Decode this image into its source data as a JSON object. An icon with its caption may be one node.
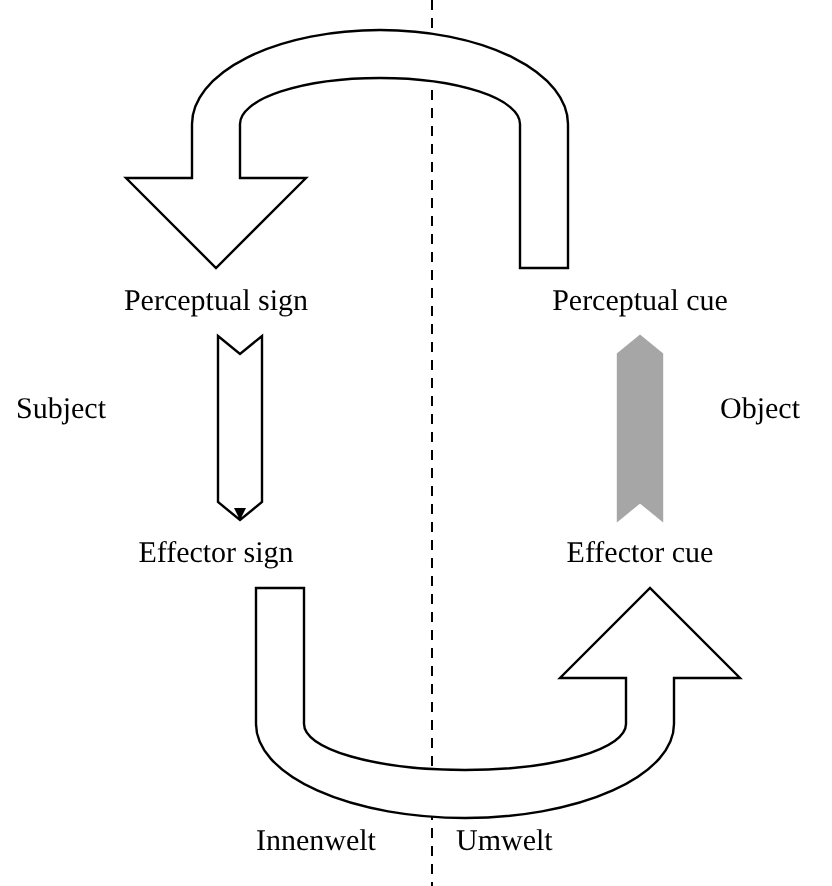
{
  "diagram": {
    "nodes": [
      {
        "text": [
          "Perceptual sign"
        ]
      },
      {
        "text": [
          "Effector sign"
        ]
      },
      {
        "text": [
          "Perceptual cue"
        ]
      },
      {
        "text": [
          "Effector cue"
        ]
      }
    ],
    "edges": [
      {
        "from": 2,
        "to": 0,
        "arrow": "to"
      },
      {
        "from": 1,
        "to": 3,
        "arrow": "to"
      },
      {
        "from": 0,
        "to": 1,
        "arrow": "to"
      },
      {
        "from": 3,
        "to": 2,
        "arrow": "to",
        "color": "#a6a6a6"
      }
    ],
    "labels": [
      "Subject",
      "Object",
      "Innenwelt",
      "Umwelt"
    ]
  }
}
